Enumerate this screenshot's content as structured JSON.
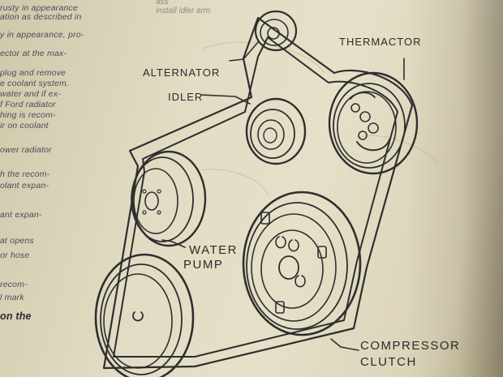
{
  "left_column": {
    "lines": [
      "rusty in appearance",
      "ation as described in",
      "y in appearance, pro-",
      "ector at the max-",
      "plug and remove",
      "e coolant system.",
      "water and if ex-",
      "f Ford radiator",
      "hing is recom-",
      "ir on coolant",
      "ower radiator",
      "h the recom-",
      "olant expan-",
      "ant expan-",
      "at opens",
      "or hose",
      "recom-",
      "l mark",
      "on the"
    ]
  },
  "top_text": [
    "ass",
    "install idler arm"
  ],
  "diagram_labels": {
    "alternator": "ALTERNATOR",
    "thermactor": "THERMACTOR",
    "idler": "IDLER",
    "water_pump_line1": "WATER",
    "water_pump_line2": "PUMP",
    "compressor_line1": "COMPRESSOR",
    "compressor_line2": "CLUTCH"
  }
}
